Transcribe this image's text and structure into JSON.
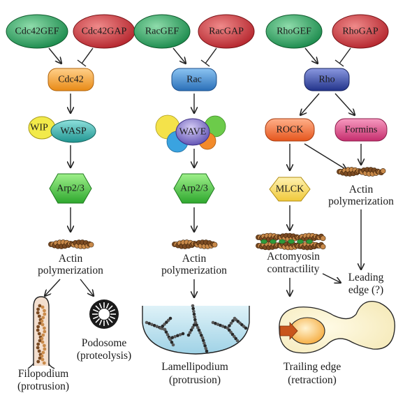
{
  "col1": {
    "gef": "Cdc42GEF",
    "gap": "Cdc42GAP",
    "gtpase": "Cdc42",
    "wip": "WIP",
    "wasp": "WASP",
    "arp": "Arp2/3",
    "actin_line1": "Actin",
    "actin_line2": "polymerization",
    "filopodium_line1": "Filopodium",
    "filopodium_line2": "(protrusion)",
    "podosome_line1": "Podosome",
    "podosome_line2": "(proteolysis)"
  },
  "col2": {
    "gef": "RacGEF",
    "gap": "RacGAP",
    "gtpase": "Rac",
    "wave": "WAVE",
    "arp": "Arp2/3",
    "actin_line1": "Actin",
    "actin_line2": "polymerization",
    "lamellipodium_line1": "Lamellipodium",
    "lamellipodium_line2": "(protrusion)"
  },
  "col3": {
    "gef": "RhoGEF",
    "gap": "RhoGAP",
    "gtpase": "Rho",
    "rock": "ROCK",
    "formins": "Formins",
    "mlck": "MLCK",
    "actin_line1": "Actin",
    "actin_line2": "polymerization",
    "actomyosin_line1": "Actomyosin",
    "actomyosin_line2": "contractility",
    "leading_line1": "Leading",
    "leading_line2": "edge (?)",
    "trailing_line1": "Trailing edge",
    "trailing_line2": "(retraction)"
  },
  "colors": {
    "gef_green": "#1e9a4a",
    "gap_red": "#c0282c",
    "cdc42_orange": "#f0961e",
    "rac_blue": "#2f7fc8",
    "rho_navy": "#283c9a",
    "rock_orange": "#ec6a28",
    "formins_pink": "#cf3878",
    "mlck_yellow": "#f5d64a",
    "wasp_teal": "#2aa7a2",
    "wip_yellow": "#f2ea4a",
    "wave_purple": "#6a5bbd",
    "arp_green": "#3dbb3a",
    "actin_brown": "#7a4a22"
  }
}
